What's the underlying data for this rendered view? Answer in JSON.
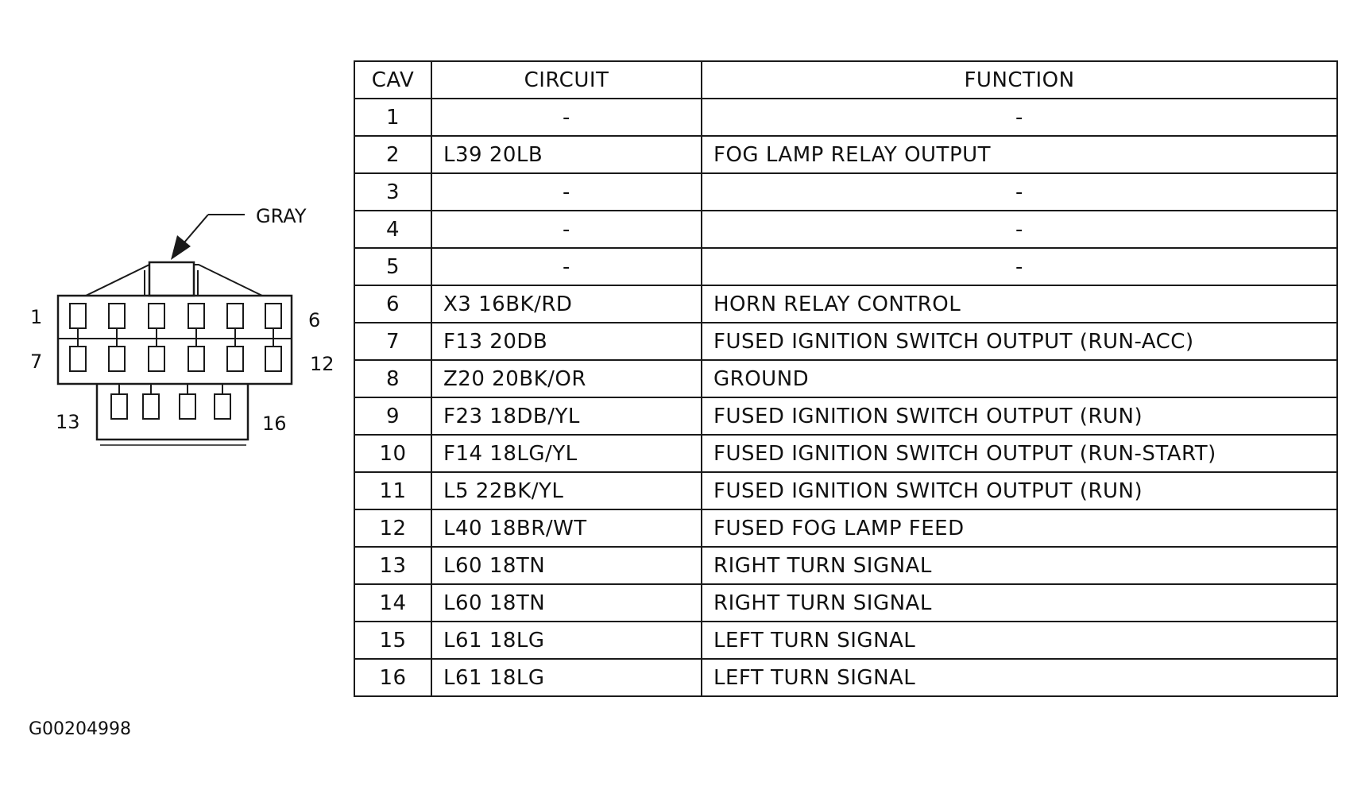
{
  "connector": {
    "color_label": "GRAY",
    "pin_labels": {
      "top_left": "1",
      "top_right": "6",
      "mid_left": "7",
      "mid_right": "12",
      "bottom_left": "13",
      "bottom_right": "16"
    }
  },
  "table": {
    "headers": [
      "CAV",
      "CIRCUIT",
      "FUNCTION"
    ],
    "rows": [
      {
        "cav": "1",
        "circuit": "-",
        "function": "-"
      },
      {
        "cav": "2",
        "circuit": "L39 20LB",
        "function": "FOG LAMP RELAY OUTPUT"
      },
      {
        "cav": "3",
        "circuit": "-",
        "function": "-"
      },
      {
        "cav": "4",
        "circuit": "-",
        "function": "-"
      },
      {
        "cav": "5",
        "circuit": "-",
        "function": "-"
      },
      {
        "cav": "6",
        "circuit": "X3 16BK/RD",
        "function": "HORN RELAY CONTROL"
      },
      {
        "cav": "7",
        "circuit": "F13 20DB",
        "function": "FUSED IGNITION SWITCH OUTPUT (RUN-ACC)"
      },
      {
        "cav": "8",
        "circuit": "Z20 20BK/OR",
        "function": "GROUND"
      },
      {
        "cav": "9",
        "circuit": "F23 18DB/YL",
        "function": "FUSED IGNITION SWITCH OUTPUT (RUN)"
      },
      {
        "cav": "10",
        "circuit": "F14 18LG/YL",
        "function": "FUSED IGNITION SWITCH OUTPUT (RUN-START)"
      },
      {
        "cav": "11",
        "circuit": "L5 22BK/YL",
        "function": "FUSED IGNITION SWITCH OUTPUT (RUN)"
      },
      {
        "cav": "12",
        "circuit": "L40 18BR/WT",
        "function": "FUSED FOG LAMP FEED"
      },
      {
        "cav": "13",
        "circuit": "L60 18TN",
        "function": "RIGHT TURN SIGNAL"
      },
      {
        "cav": "14",
        "circuit": "L60 18TN",
        "function": "RIGHT TURN SIGNAL"
      },
      {
        "cav": "15",
        "circuit": "L61 18LG",
        "function": "LEFT TURN SIGNAL"
      },
      {
        "cav": "16",
        "circuit": "L61 18LG",
        "function": "LEFT TURN SIGNAL"
      }
    ]
  },
  "figure_code": "G00204998"
}
